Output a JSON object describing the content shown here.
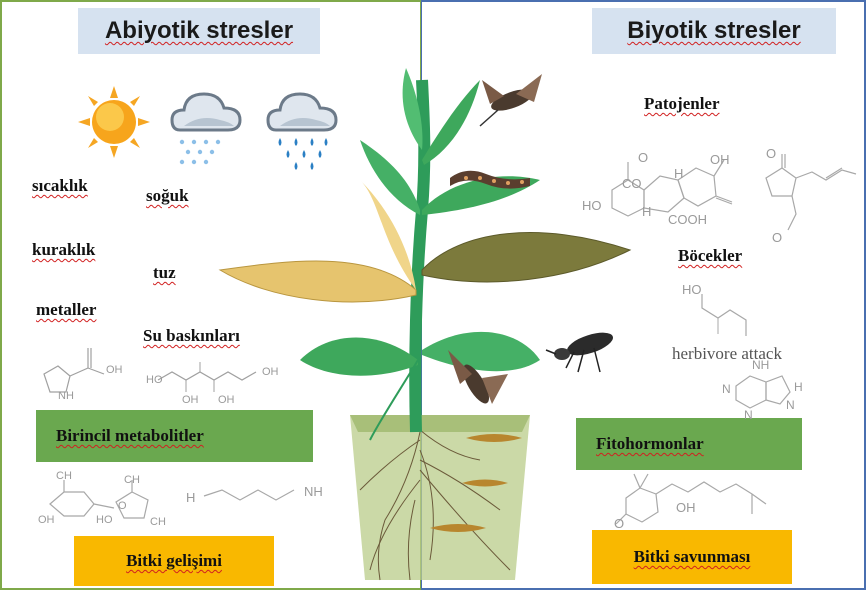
{
  "left_title": "Abiyotik stresler",
  "right_title": "Biyotik stresler",
  "abiotic": {
    "heat": "sıcaklık",
    "cold": "soğuk",
    "drought": "kuraklık",
    "salt": "tuz",
    "metals": "metaller",
    "flood": "Su baskınları"
  },
  "biotic": {
    "pathogens": "Patojenler",
    "insects": "Böcekler",
    "herbivore": "herbivore attack"
  },
  "boxes": {
    "primary_metabolites": "Birincil metabolitler",
    "phytohormones": "Fitohormonlar",
    "plant_growth": "Bitki gelişimi",
    "plant_defense": "Bitki savunması"
  },
  "molecules": {
    "proline_oh": "OH",
    "proline_nh": "NH",
    "polyol_left": "HO",
    "polyol_right": "OH",
    "polyol_bottom_1": "OH",
    "polyol_bottom_2": "OH",
    "terpene_oh": "OH",
    "terpene_ho": "HO",
    "terpene_h1": "H",
    "terpene_h2": "H",
    "terpene_co": "CO",
    "terpene_o": "O",
    "terpene_cooh": "COOH",
    "jasmonate_o": "O",
    "jasmonate_o2": "O",
    "salicyl_ho": "HO",
    "purine_n1": "N",
    "purine_n2": "N",
    "purine_n3": "N",
    "purine_h": "H",
    "purine_nh2": "NH",
    "sugar_ch2oh_1": "CH",
    "sugar_ch2oh_2": "CH",
    "sugar_ch2oh_3": "CH",
    "sugar_oh": "OH",
    "sugar_ho": "HO",
    "sugar_o": "O",
    "diamine_h2n": "H",
    "diamine_nh2": "NH",
    "aba_oh": "OH",
    "aba_o": "O"
  },
  "colors": {
    "green_box": "#6aa84f",
    "orange_box": "#f9b800",
    "title_box": "#d6e2f0",
    "leaf_green": "#3ea85c",
    "leaf_tan": "#e7c46c",
    "leaf_olive": "#7a7a3a",
    "pot": "#b8c98a"
  },
  "icons": [
    "sun-icon",
    "snow-cloud-icon",
    "rain-cloud-icon",
    "moth-icon",
    "caterpillar-icon",
    "beetle-icon",
    "larva-icon"
  ]
}
